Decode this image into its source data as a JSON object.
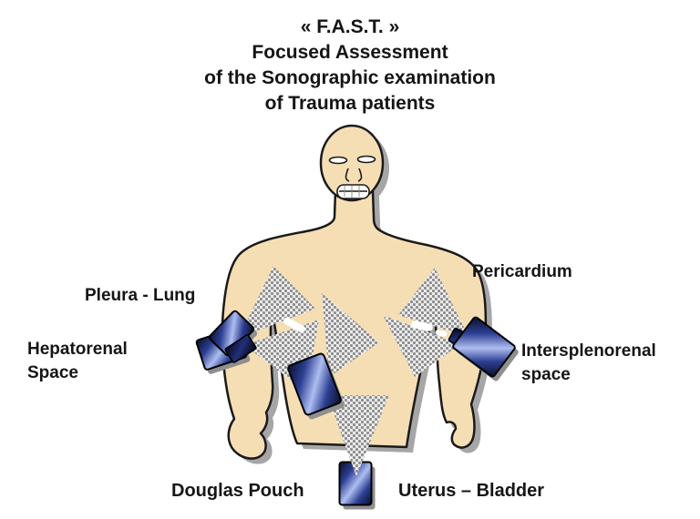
{
  "title": {
    "lines": [
      "« F.A.S.T. »",
      "Focused Assessment",
      "of the Sonographic examination",
      "of Trauma patients"
    ]
  },
  "labels": {
    "pleura_lung": "Pleura - Lung",
    "hepatorenal_1": "Hepatorenal",
    "hepatorenal_2": "Space",
    "pericardium": "Pericardium",
    "intersplenorenal_1": "Intersplenorenal",
    "intersplenorenal_2": "space",
    "douglas_pouch": "Douglas Pouch",
    "uterus_bladder": "Uterus – Bladder"
  },
  "icons": {
    "human_figure": "human-torso-front-icon",
    "probe_left": "ultrasound-probe-icon",
    "probe_right": "ultrasound-probe-icon",
    "probe_center": "ultrasound-probe-icon",
    "probe_bottom": "ultrasound-probe-icon",
    "scan_sector": "dotted-scan-sector-icon"
  },
  "colors": {
    "background": "#FFFFFF",
    "text": "#151515",
    "skin": "#F6DEB4",
    "outline": "#1A1A1A",
    "shadow": "#A6A6A6",
    "scan_bg": "#EDEDED",
    "scan_dot": "#8D8D8D",
    "probe_dark": "#0A0E2A",
    "probe_mid": "#2C3F92",
    "probe_light": "#AEBDF0",
    "dash": "#FFFFFF"
  }
}
